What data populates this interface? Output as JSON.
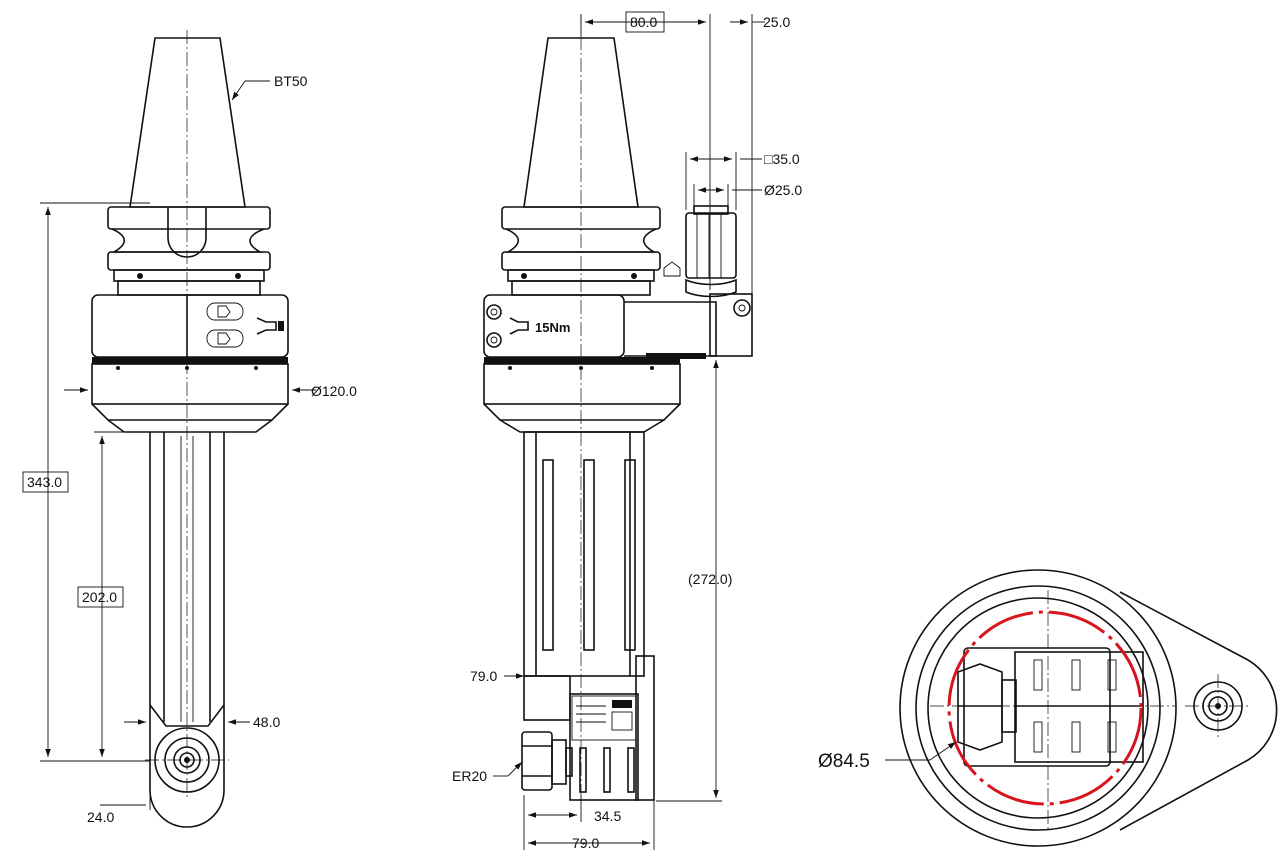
{
  "drawing": {
    "front_view": {
      "taper_label": "BT50",
      "diameter_label": "Ø120.0",
      "overall_height": "343.0",
      "spindle_length": "202.0",
      "width_label": "48.0",
      "offset_label": "24.0"
    },
    "side_view": {
      "top_offset": "80.0",
      "top_extra": "25.0",
      "square_label": "□35.0",
      "stop_diameter": "Ø25.0",
      "torque_label": "15Nm",
      "ref_length": "(272.0)",
      "head_height": "79.0",
      "collet_label": "ER20",
      "collet_offset": "34.5",
      "head_width": "79.0"
    },
    "bottom_view": {
      "swing_diameter": "Ø84.5"
    }
  },
  "colors": {
    "line": "#111111",
    "highlight": "#d8141c",
    "background": "#ffffff"
  }
}
